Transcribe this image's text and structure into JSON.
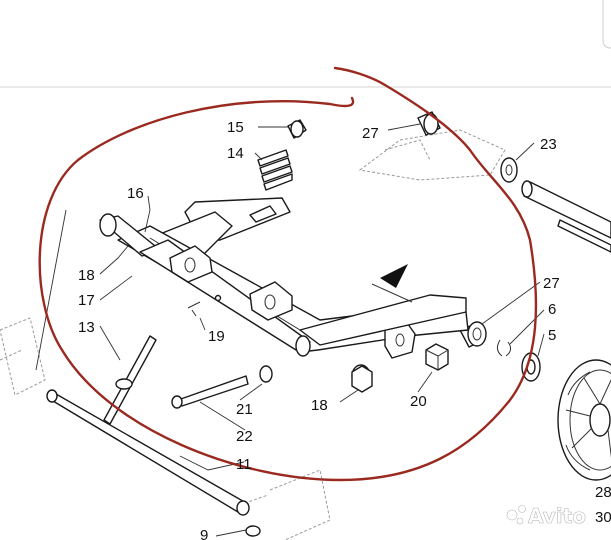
{
  "diagram": {
    "callouts": {
      "c5": "5",
      "c6": "6",
      "c9": "9",
      "c11": "11",
      "c13": "13",
      "c14": "14",
      "c15": "15",
      "c16": "16",
      "c17": "17",
      "c18a": "18",
      "c18b": "18",
      "c19": "19",
      "c20": "20",
      "c21": "21",
      "c22": "22",
      "c23": "23",
      "c27a": "27",
      "c27b": "27",
      "c28": "28",
      "c30": "30"
    },
    "highlight_color": "#9a2a20",
    "watermark": "Avito"
  }
}
